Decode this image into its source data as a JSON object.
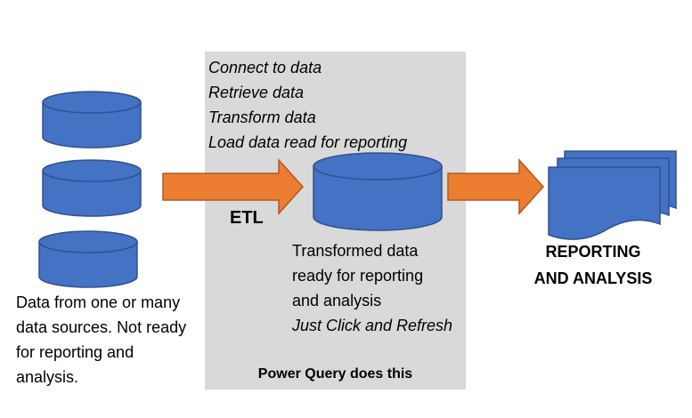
{
  "colors": {
    "cylinder_fill": "#4472c4",
    "cylinder_stroke": "#2f528f",
    "arrow_fill": "#ed7d31",
    "arrow_stroke": "#ae5a21",
    "panel": "#d9d9d9"
  },
  "process": {
    "steps": [
      "Connect to data",
      "Retrieve data",
      "Transform data",
      "Load data read for reporting"
    ],
    "etl_label": "ETL",
    "footer": "Power Query does this"
  },
  "transformed": {
    "lines": [
      "Transformed data",
      "ready for reporting",
      "and analysis"
    ],
    "action": "Just Click and Refresh"
  },
  "sources": {
    "lines": [
      "Data from one or many",
      "data sources. Not ready",
      "for reporting and",
      "analysis."
    ]
  },
  "reporting": {
    "lines": [
      "REPORTING",
      "AND ANALYSIS"
    ]
  }
}
